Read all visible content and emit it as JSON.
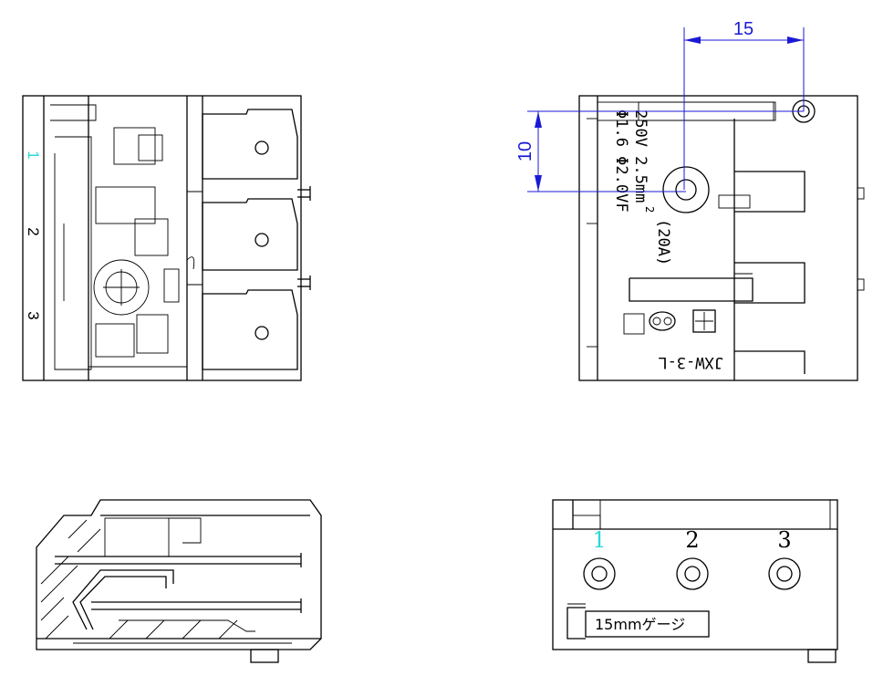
{
  "dimensions": {
    "horizontal": "15",
    "vertical": "10"
  },
  "side_labels": [
    "1",
    "2",
    "3"
  ],
  "terminal_labels": [
    "1",
    "2",
    "3"
  ],
  "markings": {
    "line1": "250V 2.5mm",
    "superscript": "2",
    "line2": "Φ1.6 Φ2.0VF",
    "current": "(20A)",
    "model": "JXW-3-L"
  },
  "gauge_label": "15mmゲージ",
  "colors": {
    "dimension": "#1a1ad6",
    "highlight": "#2ad8d8"
  }
}
